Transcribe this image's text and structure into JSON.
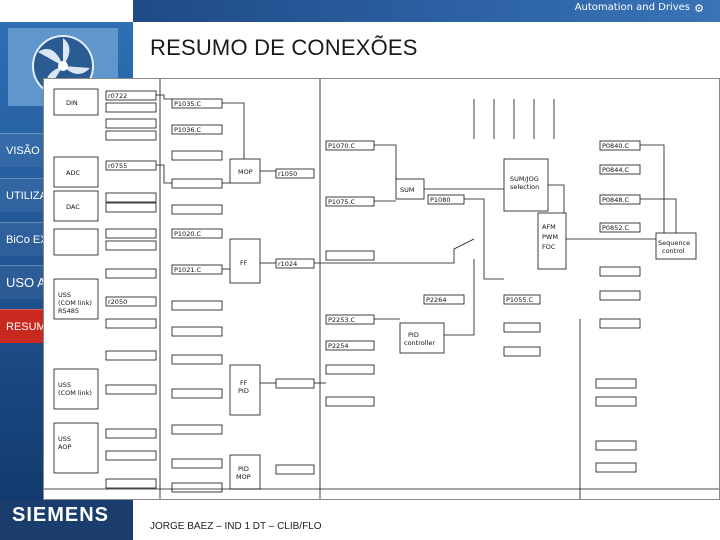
{
  "header": {
    "automation_label": "Automation and Drives",
    "automation_icon": "gear-icon"
  },
  "title": "RESUMO DE CONEXÕES",
  "nav": [
    {
      "label": "VISÃO G",
      "active": false
    },
    {
      "label": "UTILIZA",
      "active": false
    },
    {
      "label": "BiCo EX",
      "active": false
    },
    {
      "label": "USO A",
      "active": false
    },
    {
      "label": "RESUM",
      "active": true
    }
  ],
  "logo_text": "SIEMENS",
  "footer": "JORGE BAEZ – IND 1 DT – CLIB/FLO",
  "diagram": {
    "blocks": [
      "DIN",
      "ADC",
      "DAC",
      "FF",
      "MOP",
      "SUM",
      "SUM/JOG selection",
      "PID controller",
      "FF PID",
      "PID MOP",
      "USS (COM link) RS485",
      "USS (COM link)",
      "USS AOP",
      "AFM PWM FOC",
      "Sequence control"
    ],
    "labels": [
      "P1035.C",
      "P1036.C",
      "r0722",
      "r0755",
      "P1020.C",
      "P1021.C",
      "P1070.C",
      "P1075.C",
      "P1080",
      "r1024",
      "P2253.C",
      "P2254",
      "P2264",
      "r2050",
      "P1055.C",
      "P0840.C",
      "P0844.C",
      "P0848.C",
      "P0852.C"
    ]
  }
}
